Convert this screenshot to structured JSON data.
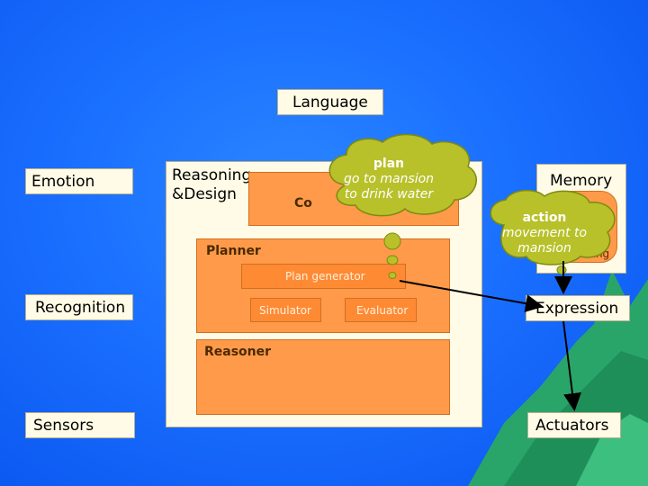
{
  "language": "Language",
  "emotion": "Emotion",
  "recognition": "Recognition",
  "sensors": "Sensors",
  "memory": "Memory",
  "expression": "Expression",
  "actuators": "Actuators",
  "reasoning": {
    "title_line1": "Reasoning",
    "title_line2": "&Design",
    "controller_partial": "Co",
    "planner": "Planner",
    "plan_generator": "Plan generator",
    "simulator": "Simulator",
    "evaluator": "Evaluator",
    "reasoner": "Reasoner"
  },
  "memory_inner_partial": "ning",
  "bubble_plan": {
    "title": "plan",
    "line1": "go to mansion",
    "line2": "to drink water"
  },
  "bubble_action": {
    "title": "action",
    "line1": "movement to",
    "line2": "mansion"
  },
  "colors": {
    "background": "#1a6fff",
    "box": "#fffbe6",
    "orange": "#ff9a4a",
    "bubble": "#b8c12a",
    "arrow": "#000000"
  }
}
